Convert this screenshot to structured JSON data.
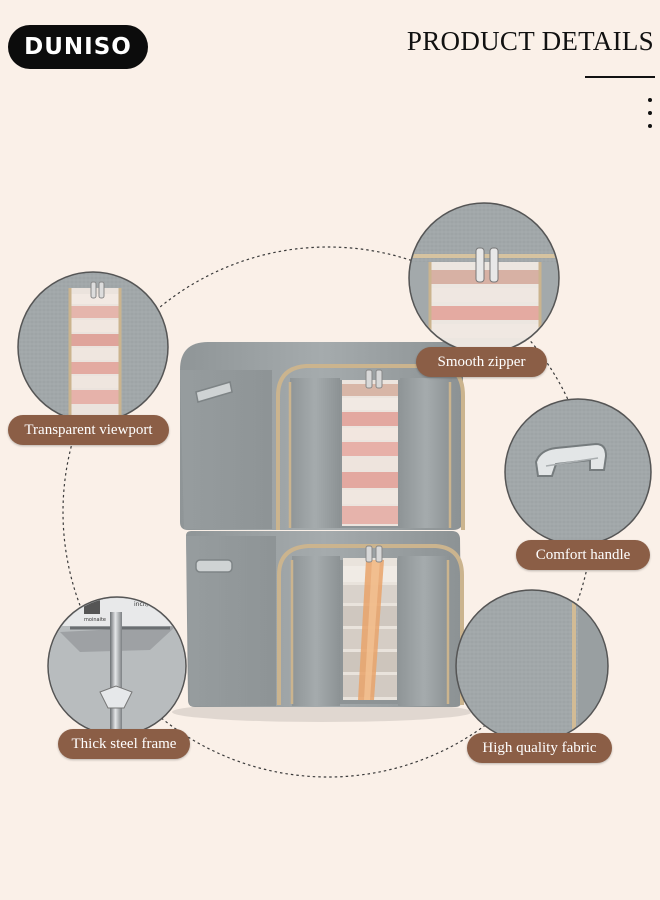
{
  "brand": {
    "logo_text": "DUNISO"
  },
  "header": {
    "title": "PRODUCT DETAILS",
    "menu_icon": "vertical-dots-icon"
  },
  "features": [
    {
      "label": "Smooth zipper",
      "icon": "zipper-closeup"
    },
    {
      "label": "Transparent viewport",
      "icon": "viewport-closeup"
    },
    {
      "label": "Comfort handle",
      "icon": "handle-closeup"
    },
    {
      "label": "Thick steel frame",
      "icon": "steel-frame-closeup"
    },
    {
      "label": "High quality fabric",
      "icon": "fabric-closeup"
    }
  ],
  "colors": {
    "background": "#faf0e8",
    "label_fill": "#8b5e46",
    "box_fabric": "#9ea4a6",
    "logo_fill": "#0c0c0c"
  }
}
